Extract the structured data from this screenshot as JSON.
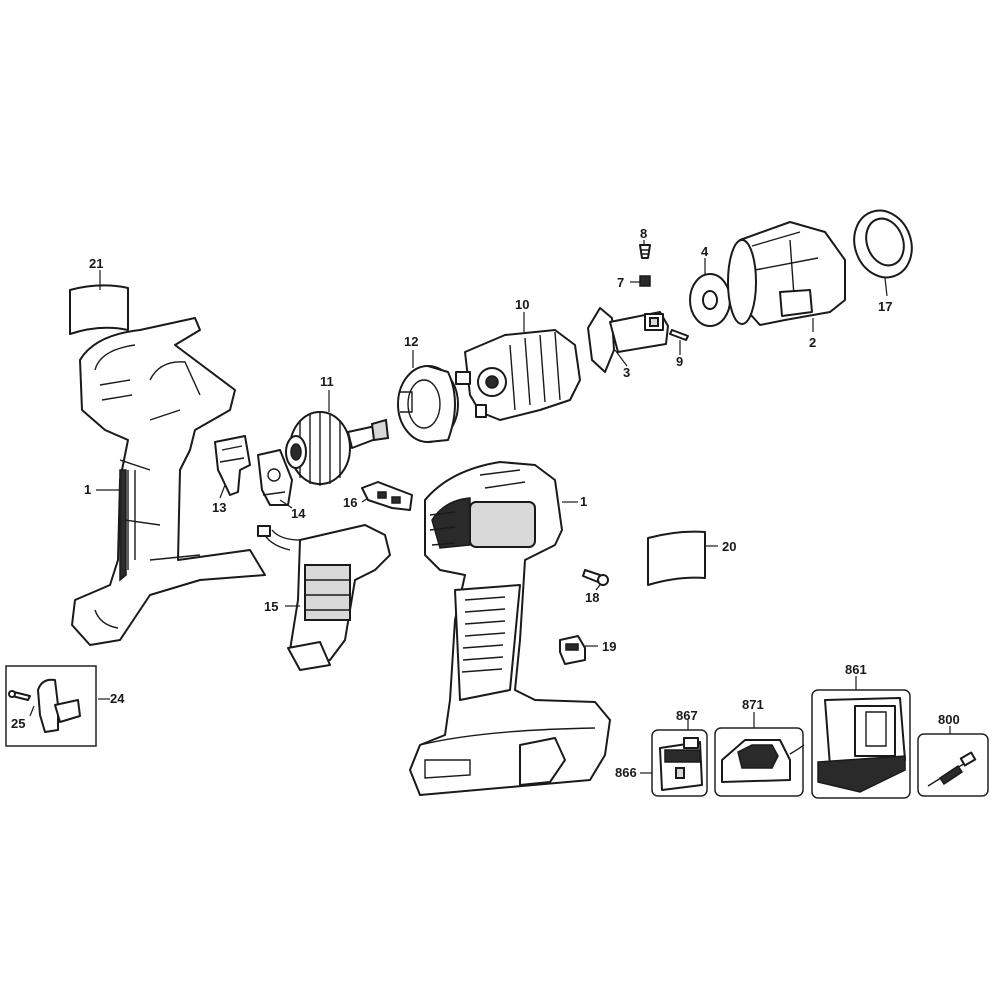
{
  "labels": {
    "p1_left": "1",
    "p1_right": "1",
    "p2": "2",
    "p3": "3",
    "p4": "4",
    "p7": "7",
    "p8": "8",
    "p9": "9",
    "p10": "10",
    "p11": "11",
    "p12": "12",
    "p13": "13",
    "p14": "14",
    "p15": "15",
    "p16": "16",
    "p17": "17",
    "p18": "18",
    "p19": "19",
    "p20": "20",
    "p21": "21",
    "p24": "24",
    "p25": "25",
    "p800": "800",
    "p861": "861",
    "p866": "866",
    "p867": "867",
    "p871": "871"
  }
}
